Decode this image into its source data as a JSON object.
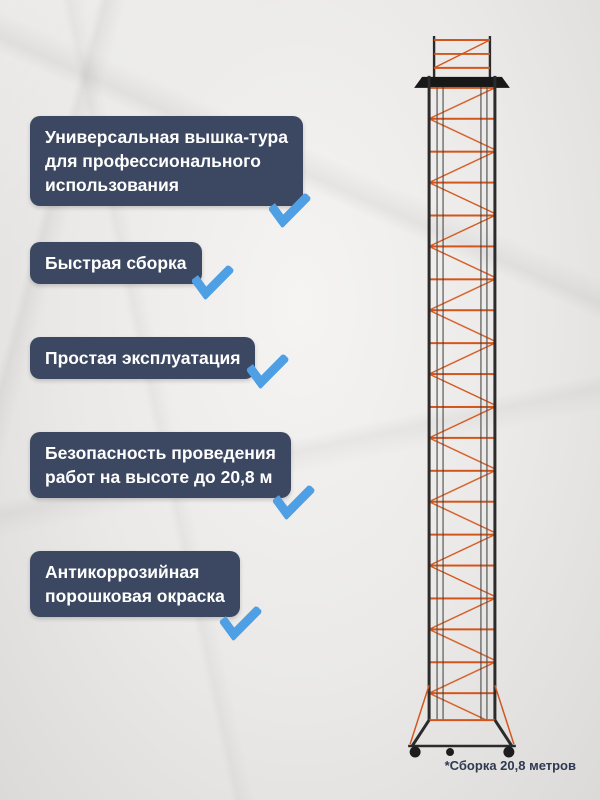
{
  "page": {
    "footnote": "*Сборка 20,8 метров",
    "colors": {
      "badge": "#3c4861",
      "check": "#4e9fe3",
      "tower_orange": "#d4551b",
      "tower_dark": "#2b2b2b",
      "background": "#eae9e7"
    }
  },
  "features": [
    {
      "label": "Универсальная вышка-тура\nдля профессионального\nиспользования"
    },
    {
      "label": "Быстрая сборка"
    },
    {
      "label": "Простая эксплуатация"
    },
    {
      "label": "Безопасность проведения\nработ на высоте до 20,8 м"
    },
    {
      "label": "Антикоррозийная\nпорошковая окраска"
    }
  ]
}
